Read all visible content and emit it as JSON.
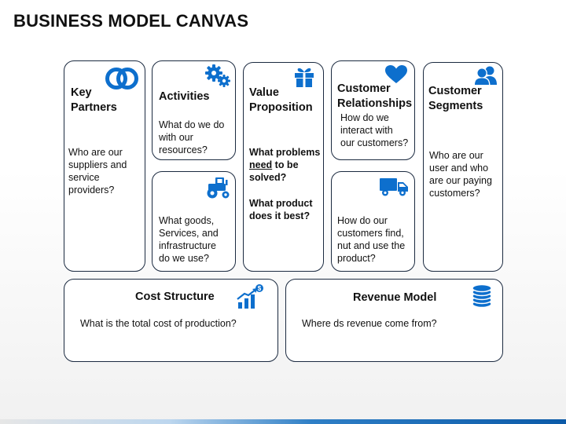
{
  "title": "BUSINESS MODEL CANVAS",
  "accent_color": "#0d6fcd",
  "border_color": "#1b2a40",
  "key_partners": {
    "heading": "Key\nPartners",
    "body": "Who are our\nsuppliers and\nservice\nproviders?",
    "icon": "linked-rings-icon"
  },
  "activities": {
    "heading": "Activities",
    "body": "What do we do\nwith our\nresources?",
    "icon": "gears-icon"
  },
  "resources": {
    "body": "What goods,\nServices, and\ninfrastructure\ndo we use?",
    "icon": "tractor-icon"
  },
  "value_proposition": {
    "heading": "Value\nProposition",
    "q1_pre": "What problems\n",
    "q1_need": "need",
    "q1_post": " to be\nsolved?",
    "q2": "What product\ndoes it best?",
    "icon": "gift-icon"
  },
  "customer_relationships": {
    "heading": "Customer\nRelationships",
    "body": "How do we\ninteract with\nour customers?",
    "icon": "heart-icon"
  },
  "channels": {
    "body": "How do our\ncustomers find,\nnut and use the\nproduct?",
    "icon": "truck-icon"
  },
  "customer_segments": {
    "heading": "Customer\nSegments",
    "body": "Who are our\nuser and who\nare our paying\ncustomers?",
    "icon": "people-icon"
  },
  "cost_structure": {
    "heading": "Cost Structure",
    "body": "What is the total cost of production?",
    "icon": "growth-chart-icon"
  },
  "revenue_model": {
    "heading": "Revenue Model",
    "body": "Where ds revenue come from?",
    "icon": "coin-stack-icon"
  }
}
